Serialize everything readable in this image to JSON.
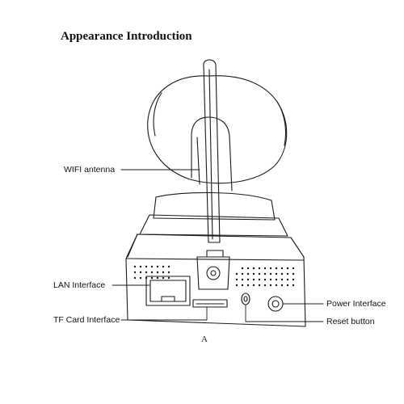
{
  "title": "Appearance Introduction",
  "labels": {
    "wifi_antenna": "WIFI antenna",
    "lan_interface": "LAN Interface",
    "tf_card_interface": "TF Card Interface",
    "power_interface": "Power Interface",
    "reset_button": "Reset button"
  },
  "figure_label": "A",
  "colors": {
    "line": "#1a1a1a",
    "background": "#ffffff"
  }
}
